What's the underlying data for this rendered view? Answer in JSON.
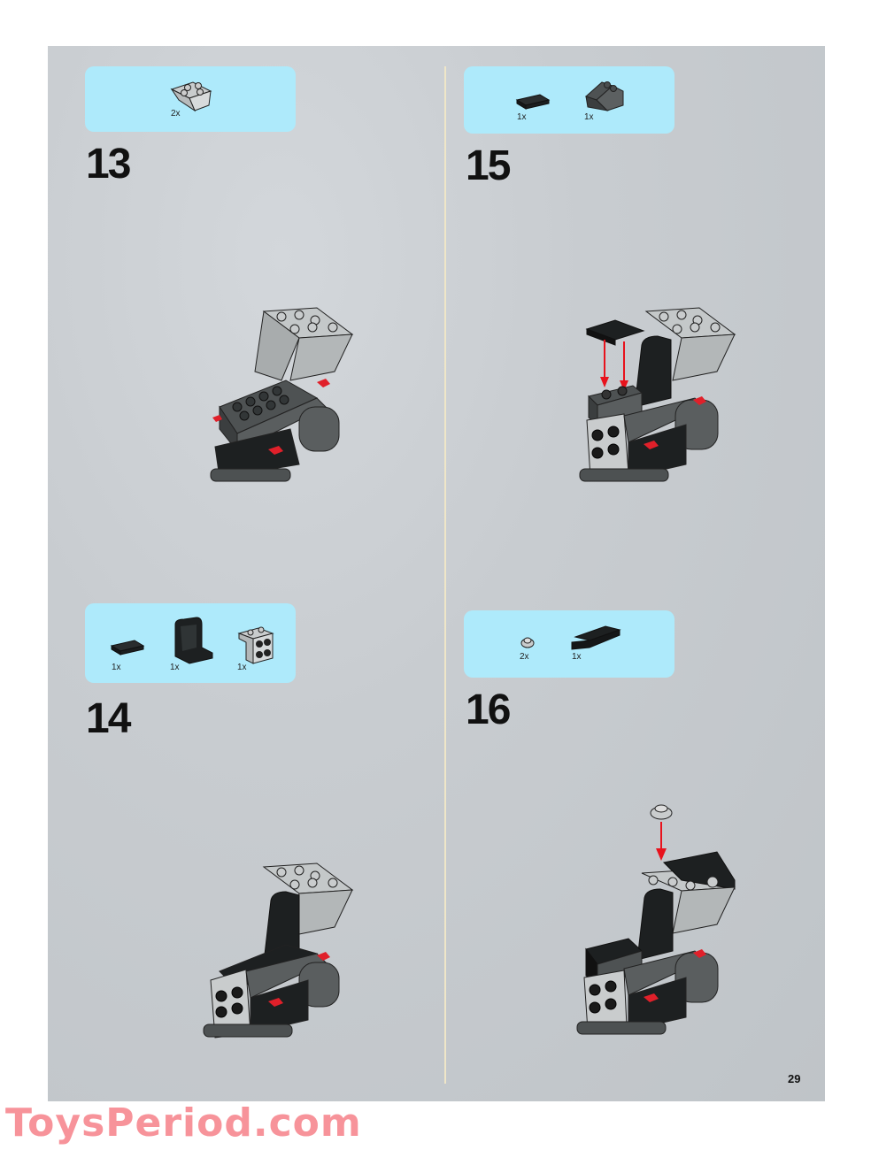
{
  "page": {
    "page_number": "29",
    "watermark": "ToysPeriod.com",
    "colors": {
      "background": "#c8ccd0",
      "parts_box": "#aeeafb",
      "divider": "#efe6c8",
      "arrow": "#e8121c",
      "watermark": "#f7939a"
    }
  },
  "steps": [
    {
      "number": "13",
      "parts": [
        {
          "name": "light-gray-inverted-slope-2x2",
          "qty": "2x"
        }
      ]
    },
    {
      "number": "14",
      "parts": [
        {
          "name": "black-plate-1x2",
          "qty": "1x"
        },
        {
          "name": "black-seat",
          "qty": "1x"
        },
        {
          "name": "light-gray-bracket-2x2",
          "qty": "1x"
        }
      ]
    },
    {
      "number": "15",
      "parts": [
        {
          "name": "black-plate-1x2",
          "qty": "1x"
        },
        {
          "name": "dark-gray-slope-2x2",
          "qty": "1x"
        }
      ]
    },
    {
      "number": "16",
      "parts": [
        {
          "name": "light-gray-round-plate-1x1",
          "qty": "2x"
        },
        {
          "name": "black-plate-1x4-with-bracket",
          "qty": "1x"
        }
      ]
    }
  ]
}
